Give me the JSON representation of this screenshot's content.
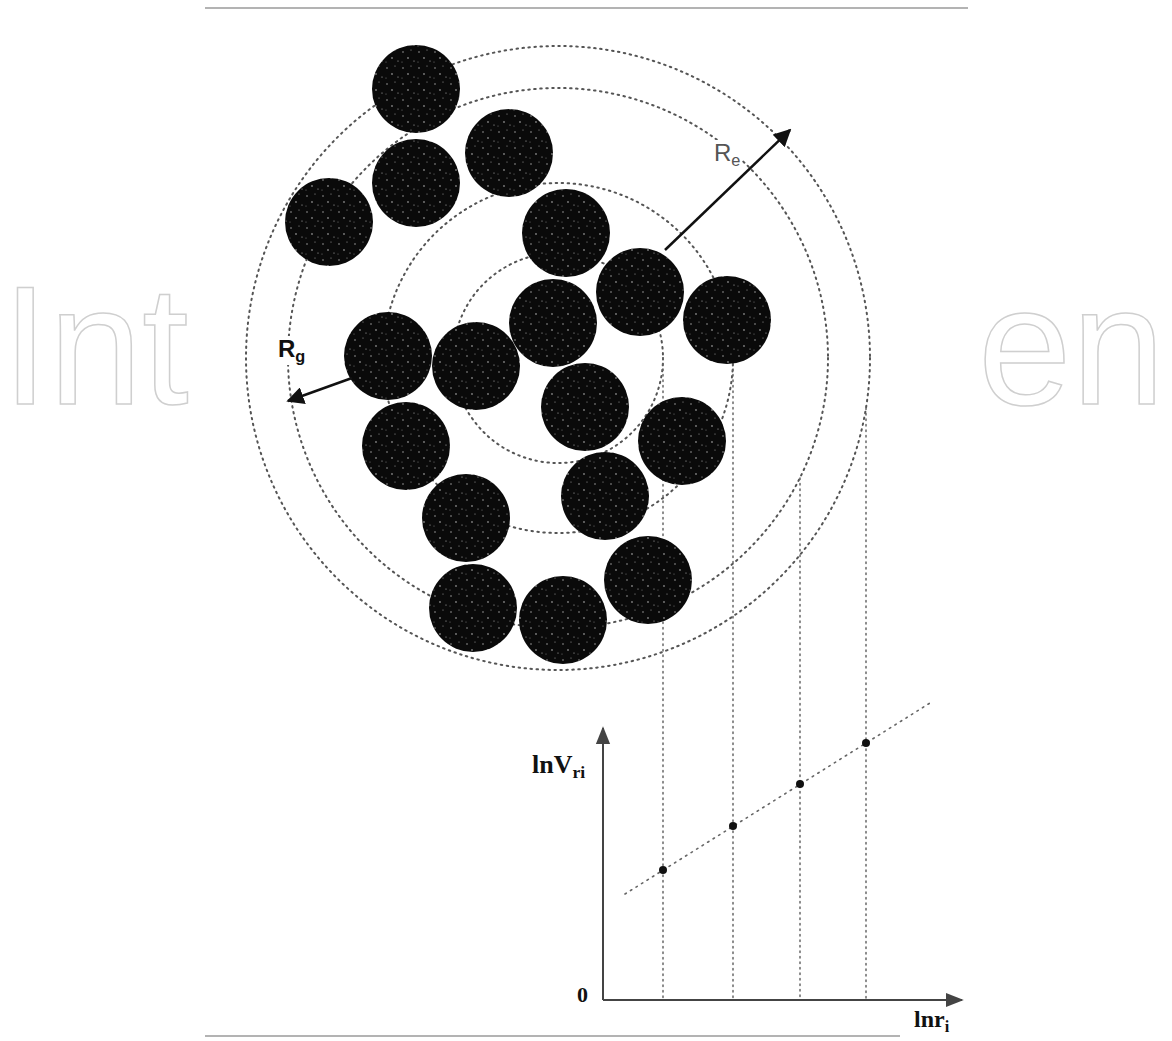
{
  "diagram": {
    "labels": [
      "Re",
      "Rg",
      "lnVri",
      "0",
      "lnri",
      "Int",
      "en"
    ]
  }
}
